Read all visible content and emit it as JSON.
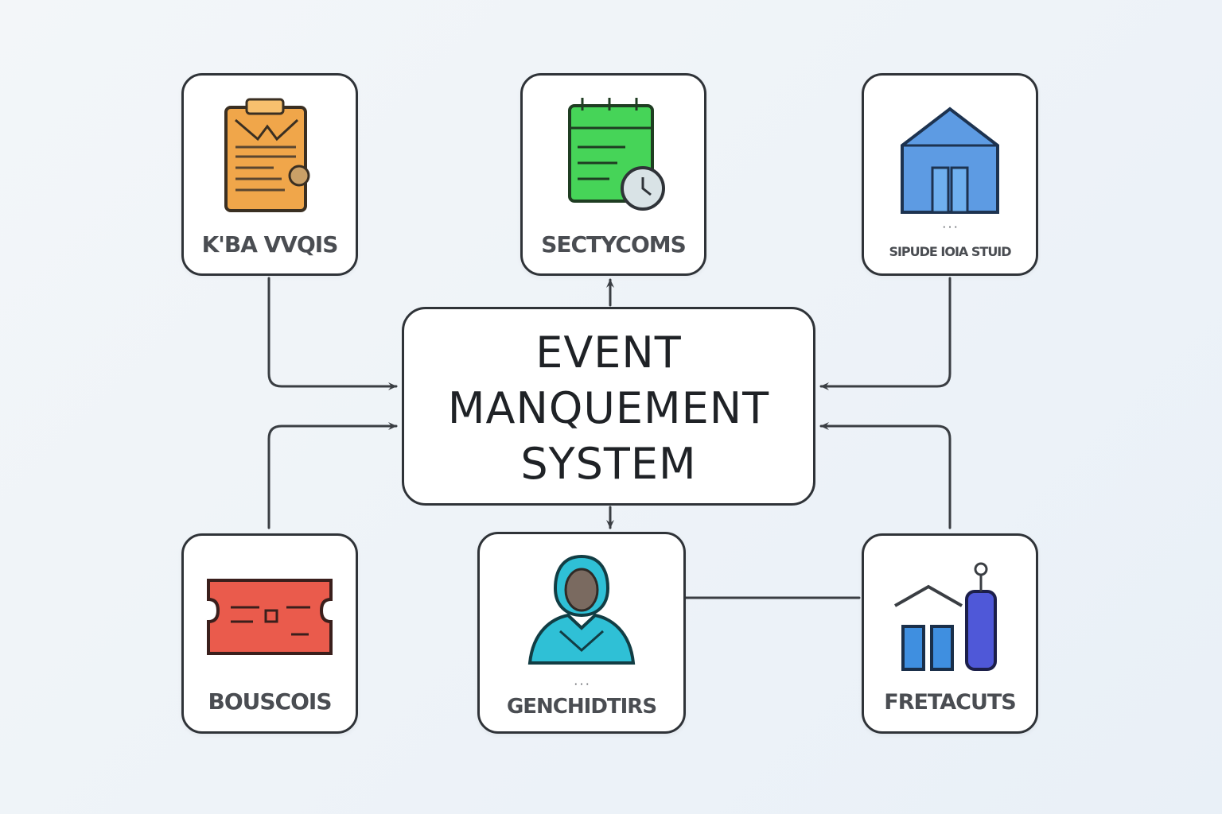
{
  "diagram": {
    "center": {
      "line1": "EVENT",
      "line2": "MANQUEMENT",
      "line3": "SYSTEM"
    },
    "nodes": {
      "top_left": {
        "label": "K'BA VVQIS",
        "icon": "clipboard-icon",
        "color": "#f0a64a"
      },
      "top_center": {
        "label": "SECTYCOMS",
        "icon": "calendar-clock-icon",
        "color": "#46d458"
      },
      "top_right": {
        "label": "SIPUDE IOIA STUID",
        "icon": "venue-house-icon",
        "color": "#5d9be3"
      },
      "bottom_left": {
        "label": "BOUSCOIS",
        "icon": "ticket-icon",
        "color": "#ea5b4c"
      },
      "bottom_center": {
        "label": "GENCHIDTIRS",
        "icon": "person-icon",
        "color": "#2fc0d6"
      },
      "bottom_right": {
        "label": "FRETACUTS",
        "icon": "buildings-icon",
        "color": "#4f58d8"
      }
    }
  }
}
